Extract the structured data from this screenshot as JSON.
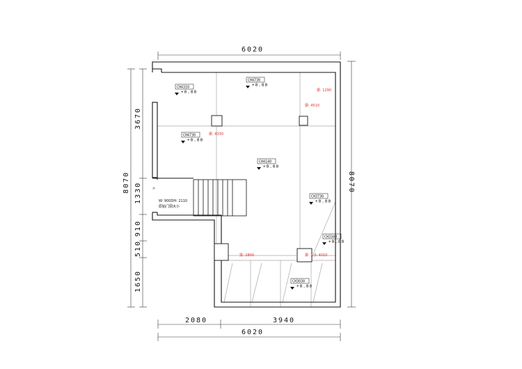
{
  "dimensions": {
    "top_total": "6020",
    "bottom_total": "6020",
    "bottom_left": "2080",
    "bottom_right": "3940",
    "left_total": "8070",
    "right_total": "8070",
    "left_seg_1": "3670",
    "left_seg_2": "1330",
    "left_seg_3": "910",
    "left_seg_4": "510",
    "left_seg_5": "1650"
  },
  "ceiling_tags": [
    {
      "id": "ch-tag-1",
      "code": "CH4310",
      "level": "+0.00"
    },
    {
      "id": "ch-tag-2",
      "code": "CH4730",
      "level": "+0.00"
    },
    {
      "id": "ch-tag-3",
      "code": "CH4730",
      "level": "+0.00"
    },
    {
      "id": "ch-tag-4",
      "code": "CH4140",
      "level": "+0.00"
    },
    {
      "id": "ch-tag-5",
      "code": "CH3730",
      "level": "+0.00"
    },
    {
      "id": "ch-tag-6",
      "code": "CH3340",
      "level": "+0.00"
    },
    {
      "id": "ch-tag-7",
      "code": "CH3030",
      "level": "+0.00"
    }
  ],
  "beam_labels": [
    "梁: 1290",
    "梁: 4510",
    "梁: 4330",
    "梁: 2800",
    "梁: 1:3: 4010"
  ],
  "door_note": {
    "line1": "W: 900DH: 2110",
    "line2": "原始门洞大小"
  },
  "colors": {
    "wall": "#111111",
    "beam_line": "#9a9a9a",
    "beam_text": "#e0282a",
    "dim": "#333333"
  }
}
